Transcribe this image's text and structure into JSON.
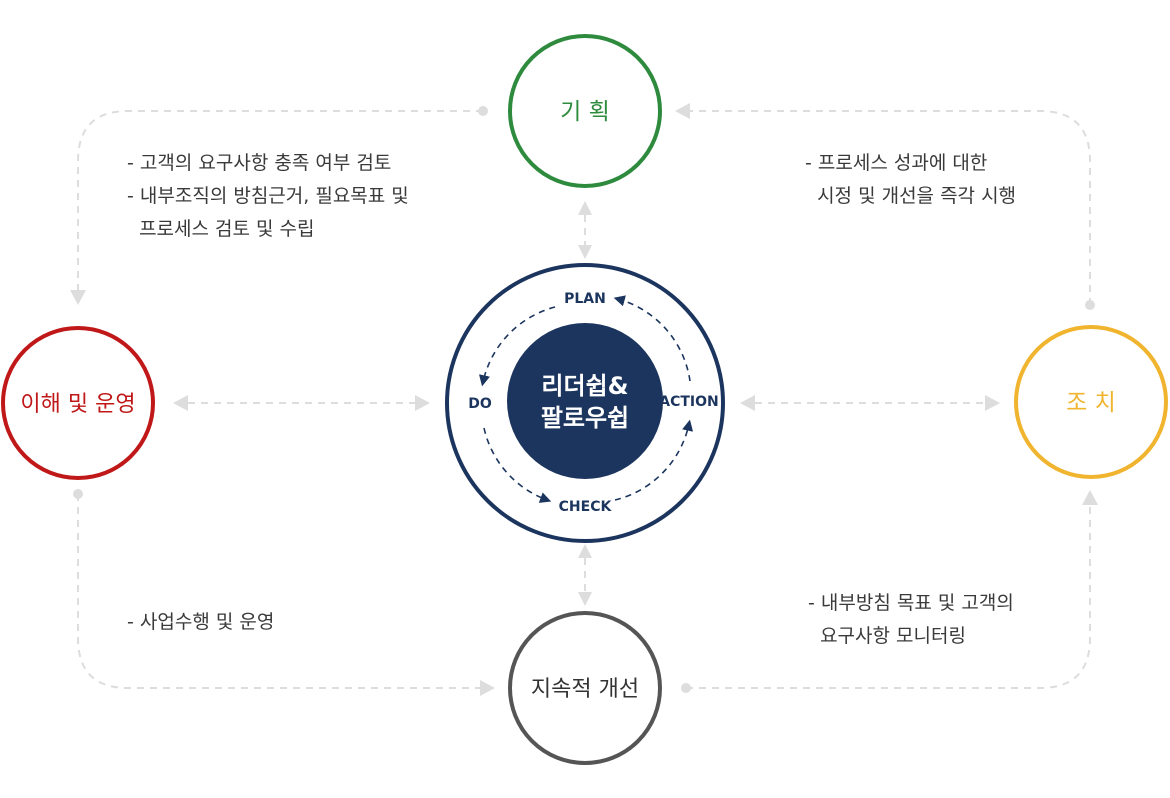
{
  "center": {
    "title_line1": "리더쉽&",
    "title_line2": "팔로우쉽",
    "cycle": {
      "plan": "PLAN",
      "do": "DO",
      "check": "CHECK",
      "action": "ACTION"
    }
  },
  "nodes": {
    "top": {
      "label": "기 획",
      "color": "#2e8b3e"
    },
    "left": {
      "label": "이해 및 운영",
      "color": "#c01818"
    },
    "right": {
      "label": "조 치",
      "color": "#f0b42e"
    },
    "bottom": {
      "label": "지속적 개선",
      "color": "#555555"
    }
  },
  "colors": {
    "center_ring": "#1c355e",
    "arrow": "#dddddd",
    "text": "#3a3a3a"
  },
  "notes": {
    "top_left": [
      "- 고객의 요구사항 충족 여부 검토",
      "- 내부조직의 방침근거, 필요목표 및",
      "  프로세스 검토 및 수립"
    ],
    "top_right": [
      "- 프로세스 성과에 대한",
      "  시정 및 개선을 즉각 시행"
    ],
    "bottom_left": [
      "- 사업수행 및 운영"
    ],
    "bottom_right": [
      "- 내부방침 목표 및 고객의",
      "  요구사항 모니터링"
    ]
  }
}
